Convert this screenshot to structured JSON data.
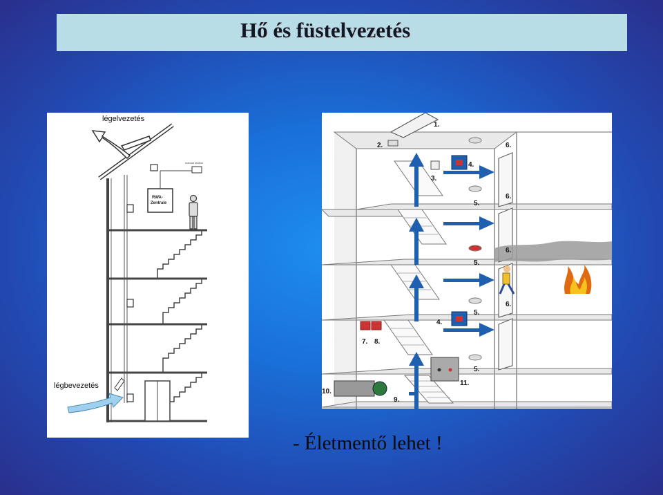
{
  "slide": {
    "title": "Hő és füstelvezetés",
    "caption": "- Életmentő lehet !"
  },
  "left_diagram": {
    "exhaust_label": "légelvezetés",
    "intake_label": "légbevezetés",
    "controller_line1": "RWA-",
    "controller_line2": "Zentrale",
    "panel_tag": "manual station"
  },
  "right_diagram": {
    "labels": [
      "1.",
      "2.",
      "3.",
      "4.",
      "5.",
      "6.",
      "7.",
      "8.",
      "9.",
      "10.",
      "11."
    ]
  },
  "colors": {
    "accent_arrow": "#1f5fb0",
    "title_bar": "#b9dde7"
  }
}
